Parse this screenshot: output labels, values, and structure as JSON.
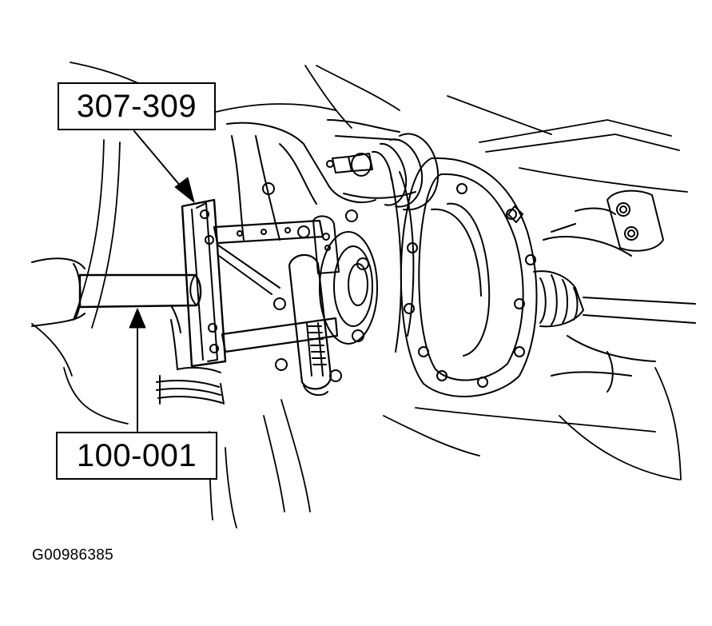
{
  "callouts": {
    "tool_top": "307-309",
    "tool_bottom": "100-001"
  },
  "figure_id": "G00986385",
  "colors": {
    "ink": "#000000",
    "paper": "#ffffff"
  }
}
